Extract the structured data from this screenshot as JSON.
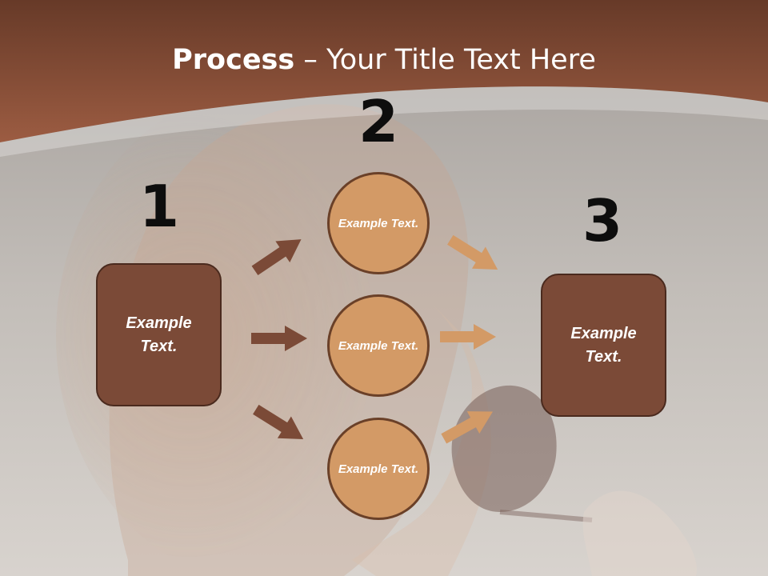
{
  "slide": {
    "title_bold": "Process",
    "title_rest": " – Your Title Text Here"
  },
  "steps": [
    "1",
    "2",
    "3"
  ],
  "boxes": {
    "left": "Example Text.",
    "right": "Example Text."
  },
  "circles": [
    "Example Text.",
    "Example Text.",
    "Example Text."
  ],
  "colors": {
    "header_dark": "#6b3e2b",
    "header_light": "#9b5b42",
    "box_fill": "#7b4a37",
    "circle_fill": "#d39a66",
    "arrow_dark": "#7b4a37",
    "arrow_light": "#d39a66",
    "background": "#c9c4bf"
  }
}
